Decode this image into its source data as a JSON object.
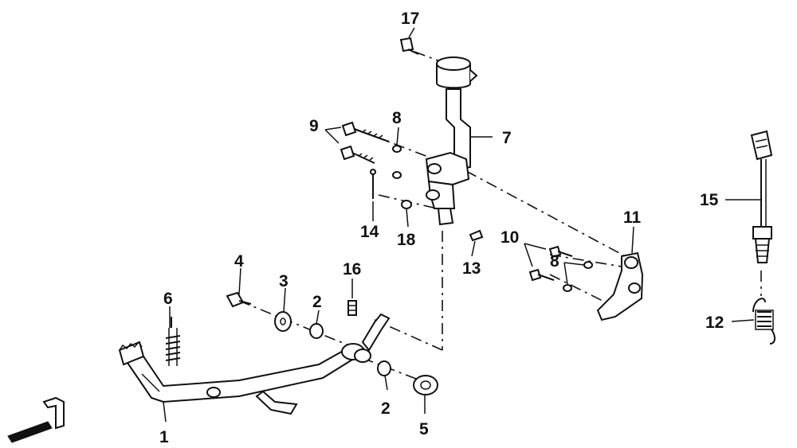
{
  "callouts": {
    "c1": "1",
    "c2a": "2",
    "c2b": "2",
    "c3": "3",
    "c4": "4",
    "c5": "5",
    "c6": "6",
    "c7": "7",
    "c8a": "8",
    "c8b": "8",
    "c9": "9",
    "c10": "10",
    "c11": "11",
    "c12": "12",
    "c13": "13",
    "c14": "14",
    "c15": "15",
    "c16": "16",
    "c17": "17",
    "c18": "18"
  },
  "icons": {
    "front-arrow": "front-direction-arrow-icon"
  }
}
